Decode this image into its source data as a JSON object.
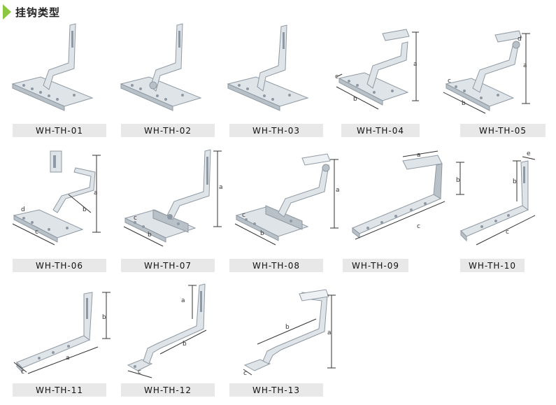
{
  "header": {
    "title": "挂钩类型"
  },
  "dim": {
    "a": "a",
    "b": "b",
    "c": "c",
    "d": "d",
    "e": "e"
  },
  "products": [
    {
      "model": "WH-TH-01"
    },
    {
      "model": "WH-TH-02"
    },
    {
      "model": "WH-TH-03"
    },
    {
      "model": "WH-TH-04"
    },
    {
      "model": "WH-TH-05"
    },
    {
      "model": "WH-TH-06"
    },
    {
      "model": "WH-TH-07"
    },
    {
      "model": "WH-TH-08"
    },
    {
      "model": "WH-TH-09"
    },
    {
      "model": "WH-TH-10"
    },
    {
      "model": "WH-TH-11"
    },
    {
      "model": "WH-TH-12"
    },
    {
      "model": "WH-TH-13"
    }
  ],
  "colors": {
    "accent": "#8dc63f",
    "label_bg": "#e8e8e8",
    "metal_light": "#dfe4e8",
    "metal_mid": "#b9c1c8",
    "metal_dark": "#8f99a3"
  }
}
